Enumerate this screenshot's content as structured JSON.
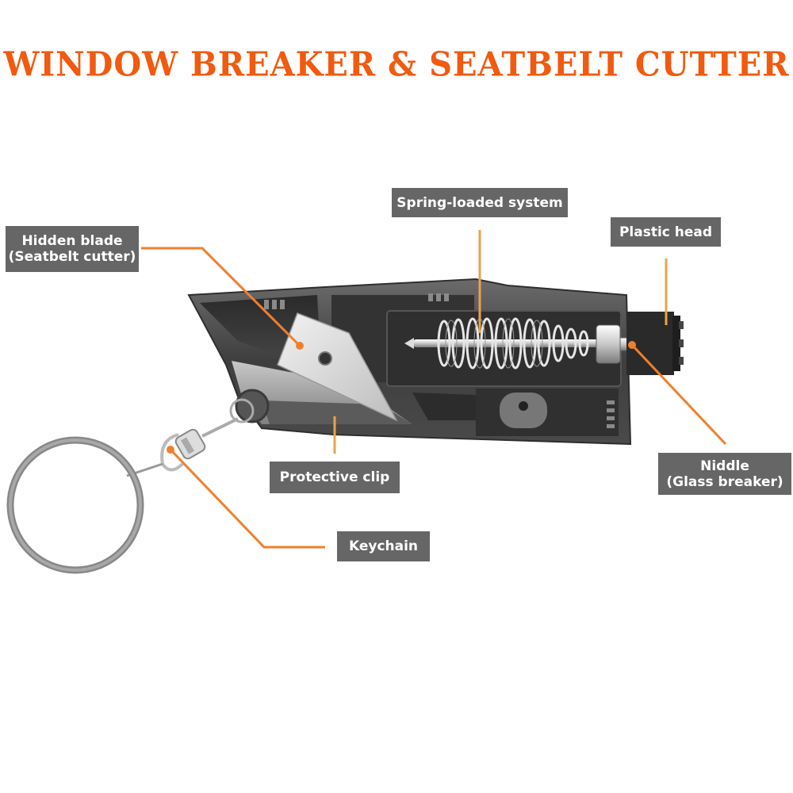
{
  "title": "WINDOW BREAKER & SEATBELT CUTTER",
  "colors": {
    "title": "#f15a0f",
    "callout_line": "#f07f2c",
    "callout_line_vertical": "#e8a44a",
    "label_bg": "#666666",
    "label_text": "#ffffff",
    "body_dark": "#3a3a3a",
    "body_mid": "#5a5a5a"
  },
  "labels": {
    "hidden_blade": {
      "line1": "Hidden blade",
      "line2": "(Seatbelt cutter)"
    },
    "spring_loaded": {
      "line1": "Spring-loaded system"
    },
    "plastic_head": {
      "line1": "Plastic head"
    },
    "niddle": {
      "line1": "Niddle",
      "line2": "(Glass breaker)"
    },
    "protective_clip": {
      "line1": "Protective clip"
    },
    "keychain": {
      "line1": "Keychain"
    }
  },
  "icons": {
    "product": "window-breaker-tool-illustration",
    "keyring": "keyring-icon"
  }
}
